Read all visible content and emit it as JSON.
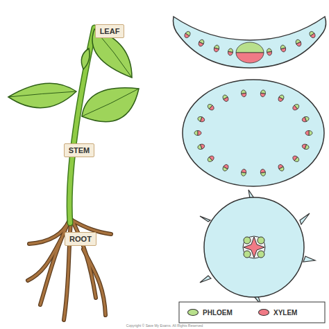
{
  "diagram": {
    "nodes": [
      {
        "text": [
          "LEAF"
        ]
      },
      {
        "text": [
          "STEM"
        ]
      },
      {
        "text": [
          "ROOT"
        ]
      }
    ],
    "labels": [
      "Copyright © Save My Exams. All Rights Reserved"
    ],
    "legend": [
      {
        "text": "PHLOEM",
        "color": "#b8e08c"
      },
      {
        "text": "XYLEM",
        "color": "#f07a86"
      }
    ]
  }
}
